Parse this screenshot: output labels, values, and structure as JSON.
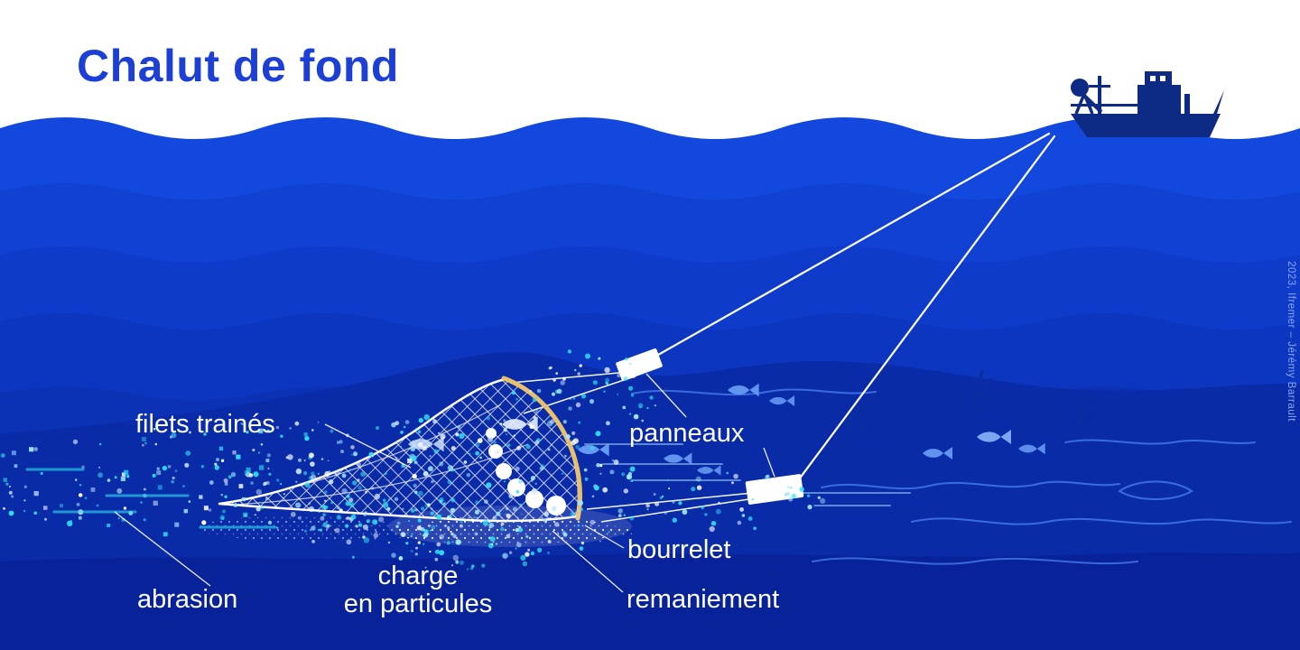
{
  "title": "Chalut de fond",
  "credit": "2023, Ifremer – Jérémy Barrault",
  "labels": {
    "trailed_nets": "filets trainés",
    "doors": "panneaux",
    "groundgear": "bourrelet",
    "seabed_reworking": "remaniement",
    "abrasion": "abrasion",
    "particle_load_line1": "charge",
    "particle_load_line2": "en particules"
  },
  "colors": {
    "title_blue": "#1c3fd6",
    "label_white": "#ffffff",
    "bourrelet_gold": "#e9c06a",
    "particles_cyan": "#2bdcf1",
    "sea_surface": "#1348de",
    "sea_deep": "#0a2ba8",
    "boat_navy": "#0d2a84",
    "credit_blue": "#86a7ee"
  }
}
